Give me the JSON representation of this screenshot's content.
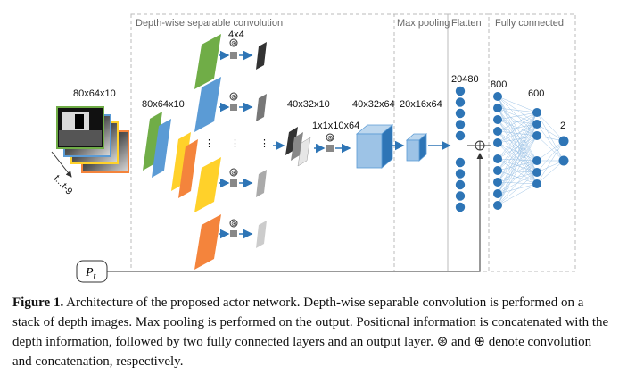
{
  "sections": {
    "dwsc": "Depth-wise separable convolution",
    "maxpool": "Max pooling",
    "flatten": "Flatten",
    "fc": "Fully connected"
  },
  "labels": {
    "input_dims": "80x64x10",
    "t_range": "t...t-9",
    "split_dims": "80x64x10",
    "kernel": "4x4",
    "dw_out": "40x32x10",
    "pointwise": "1x1x10x64",
    "pw_out": "40x32x64",
    "pool_out": "20x16x64",
    "flatten_count": "20480",
    "fc1": "800",
    "fc2": "600",
    "out": "2",
    "position_input": "P",
    "position_sub": "t",
    "conv_sym": "⊛",
    "concat_sym": "⊕"
  },
  "colors": {
    "green": "#70ad47",
    "blue": "#5b9bd5",
    "yellow": "#ffd12a",
    "orange": "#f4843c",
    "node": "#2e75b6",
    "arrow": "#2e75b6",
    "box": "#9dc3e6"
  },
  "caption": {
    "label": "Figure 1.",
    "text": " Architecture of the proposed actor network. Depth-wise separable convolution is performed on a stack of depth images. Max pooling is performed on the output. Positional information is concatenated with the depth information, followed by two fully connected layers and an output layer. ⊛ and ⊕ denote convolution and concatenation, respectively."
  }
}
